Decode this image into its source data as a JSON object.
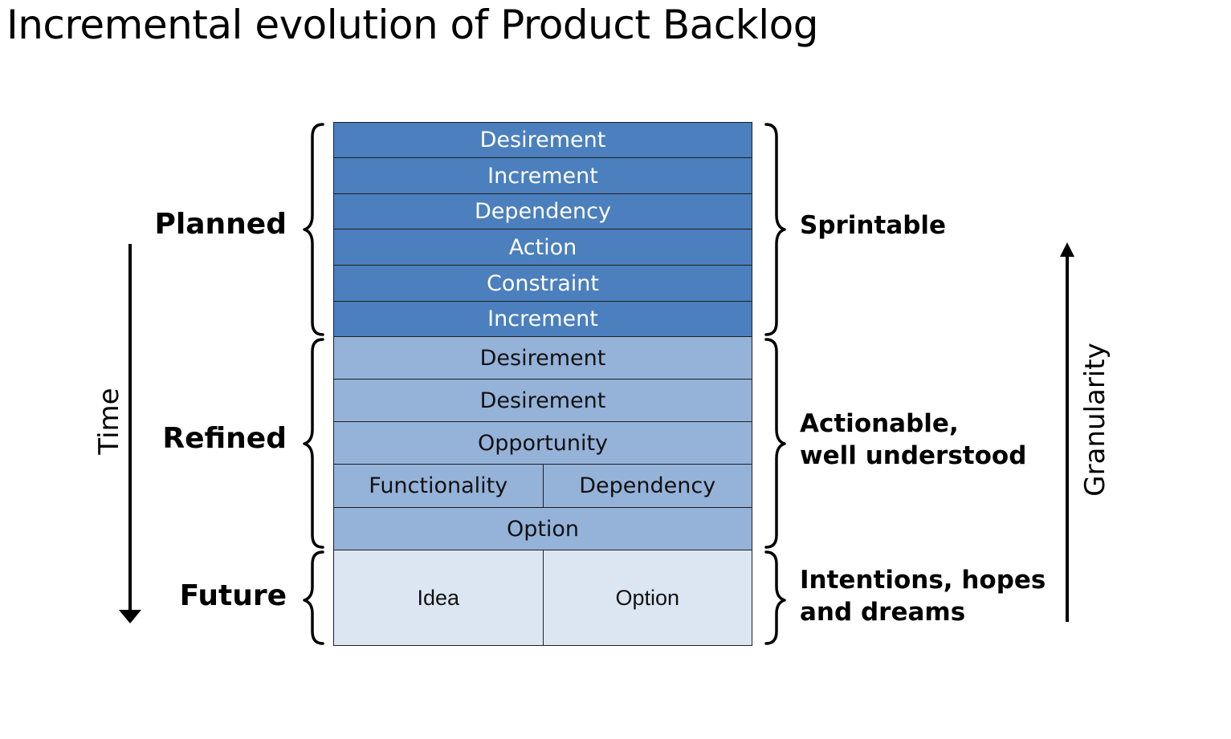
{
  "title": "Incremental evolution of Product Backlog",
  "axes": {
    "time_label": "Time",
    "granularity_label": "Granularity"
  },
  "groups": {
    "planned": {
      "label": "Planned",
      "description": "Sprintable",
      "items": [
        "Desirement",
        "Increment",
        "Dependency",
        "Action",
        "Constraint",
        "Increment"
      ]
    },
    "refined": {
      "label": "Refined",
      "description_line1": "Actionable,",
      "description_line2": "well understood",
      "items": [
        "Desirement",
        "Desirement",
        "Opportunity"
      ],
      "split_row": [
        "Functionality",
        "Dependency"
      ],
      "last_item": "Option"
    },
    "future": {
      "label": "Future",
      "description_line1": "Intentions, hopes",
      "description_line2": "and dreams",
      "split_row": [
        "Idea",
        "Option"
      ]
    }
  },
  "colors": {
    "planned": "#4b7fbd",
    "refined": "#95b3d9",
    "future": "#dce6f2"
  }
}
